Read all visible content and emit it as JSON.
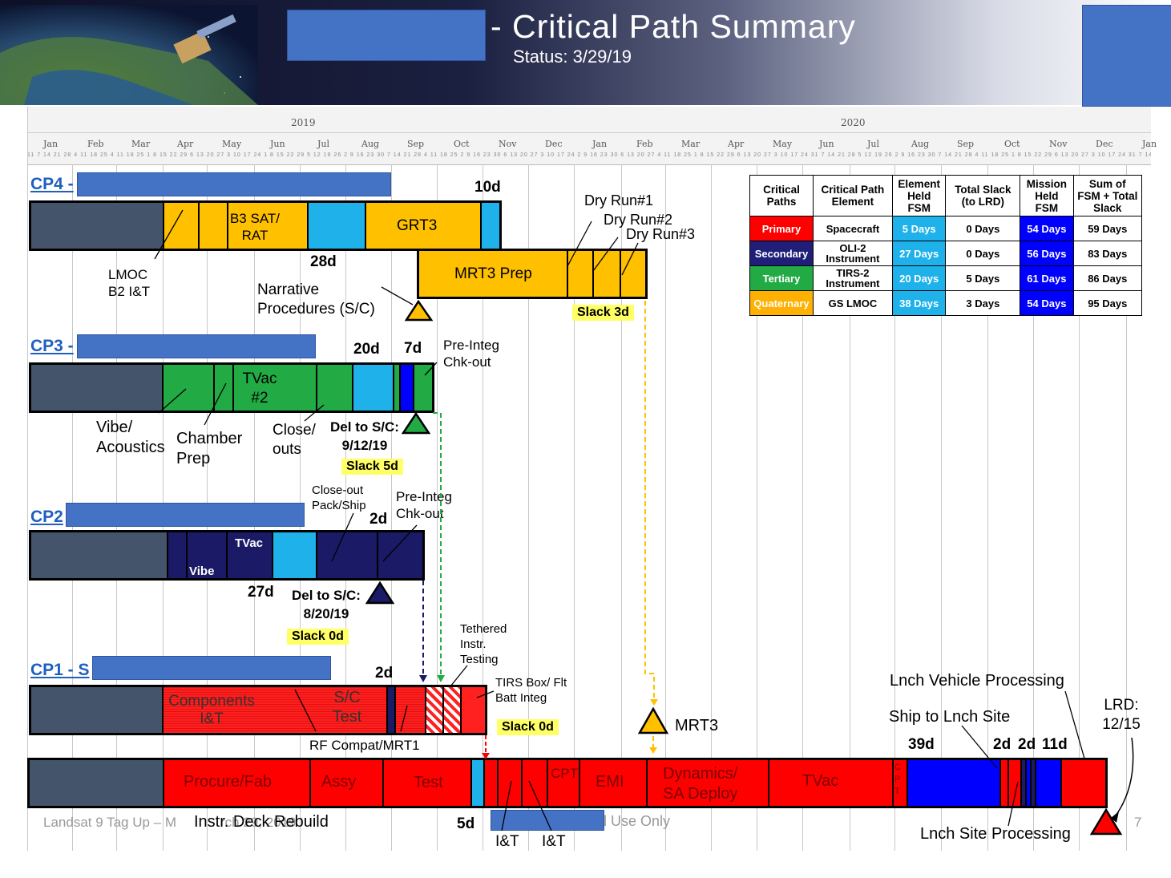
{
  "header": {
    "title": "- Critical Path Summary",
    "status": "Status: 3/29/19"
  },
  "timeline": {
    "years": [
      "2019",
      "2020"
    ],
    "months": [
      "Jan",
      "Feb",
      "Mar",
      "Apr",
      "May",
      "Jun",
      "Jul",
      "Aug",
      "Sep",
      "Oct",
      "Nov",
      "Dec",
      "Jan",
      "Feb",
      "Mar",
      "Apr",
      "May",
      "Jun",
      "Jul",
      "Aug",
      "Sep",
      "Oct",
      "Nov",
      "Dec",
      "Jan"
    ]
  },
  "cp4": {
    "label": "CP4 -",
    "float": "10d",
    "seg_b3": "B3 SAT/ RAT",
    "seg_grt3": "GRT3",
    "mrt3_prep": "MRT3 Prep",
    "dry1": "Dry Run#1",
    "dry2": "Dry Run#2",
    "dry3": "Dry Run#3",
    "lmoc": "LMOC B2 I&T",
    "float2": "28d",
    "narrative": "Narrative Procedures (S/C)",
    "slack": "Slack 3d"
  },
  "cp3": {
    "label": "CP3 -",
    "f1": "20d",
    "f2": "7d",
    "preinteg": "Pre-Integ Chk-out",
    "tvac": "TVac #2",
    "vibe": "Vibe/ Acoustics",
    "chamber": "Chamber Prep",
    "closeouts": "Close/ outs",
    "del": "Del to S/C: 9/12/19",
    "slack": "Slack 5d"
  },
  "cp2": {
    "label": "CP2",
    "closeout": "Close-out Pack/Ship",
    "f1": "2d",
    "preinteg": "Pre-Integ Chk-out",
    "tvac": "TVac",
    "vibe": "Vibe",
    "f2": "27d",
    "del": "Del to S/C: 8/20/19",
    "slack": "Slack 0d"
  },
  "cp1": {
    "label": "CP1 - S",
    "tethered": "Tethered Instr. Testing",
    "f1": "2d",
    "components": "Components I&T",
    "sc_test": "S/C Test",
    "tirs": "TIRS Box/ Flt Batt Integ",
    "slack": "Slack 0d",
    "rf": "RF Compat/MRT1",
    "mrt3": "MRT3"
  },
  "main": {
    "procure": "Procure/Fab",
    "assy": "Assy",
    "test": "Test",
    "cpt": "CPT",
    "emi": "EMI",
    "dynamics": "Dynamics/ SA Deploy",
    "tvac": "TVac",
    "cpt_v": "CPT",
    "lvp": "Lnch Vehicle Processing",
    "ship": "Ship to Lnch Site",
    "f39": "39d",
    "f2a": "2d",
    "f2b": "2d",
    "f11": "11d",
    "lrd": "LRD: 12/15",
    "lsp": "Lnch Site Processing",
    "instr": "Instr. Deck Rebuild",
    "f5": "5d",
    "it1": "I&T",
    "it2": "I&T"
  },
  "footer": {
    "left": "Landsat 9 Tag Up – M",
    "left2": "rch 29, 2019",
    "use": "l Use Only",
    "page": "7"
  },
  "summary_table": {
    "headers": [
      "Critical Paths",
      "Critical Path Element",
      "Element Held FSM",
      "Total Slack (to LRD)",
      "Mission Held FSM",
      "Sum of FSM + Total Slack"
    ],
    "rows": [
      {
        "path": "Primary",
        "element": "Spacecraft",
        "held": "5 Days",
        "slack": "0 Days",
        "mission": "54 Days",
        "sum": "59 Days",
        "color": "#ff0000"
      },
      {
        "path": "Secondary",
        "element": "OLI-2 Instrument",
        "held": "27 Days",
        "slack": "0 Days",
        "mission": "56 Days",
        "sum": "83 Days",
        "color": "#1f1f7a"
      },
      {
        "path": "Tertiary",
        "element": "TIRS-2 Instrument",
        "held": "20 Days",
        "slack": "5 Days",
        "mission": "61 Days",
        "sum": "86 Days",
        "color": "#22aa44"
      },
      {
        "path": "Quaternary",
        "element": "GS LMOC",
        "held": "38 Days",
        "slack": "3 Days",
        "mission": "54 Days",
        "sum": "95 Days",
        "color": "#ffb000"
      }
    ]
  },
  "colors": {
    "gray_bar": "#44546a",
    "orange": "#ffc000",
    "cyan": "#1fb1ea",
    "green": "#22aa44",
    "navy": "#1f1f7a",
    "red": "#ff0000",
    "blue": "#0000ff",
    "slack_yellow": "#ffff66"
  }
}
